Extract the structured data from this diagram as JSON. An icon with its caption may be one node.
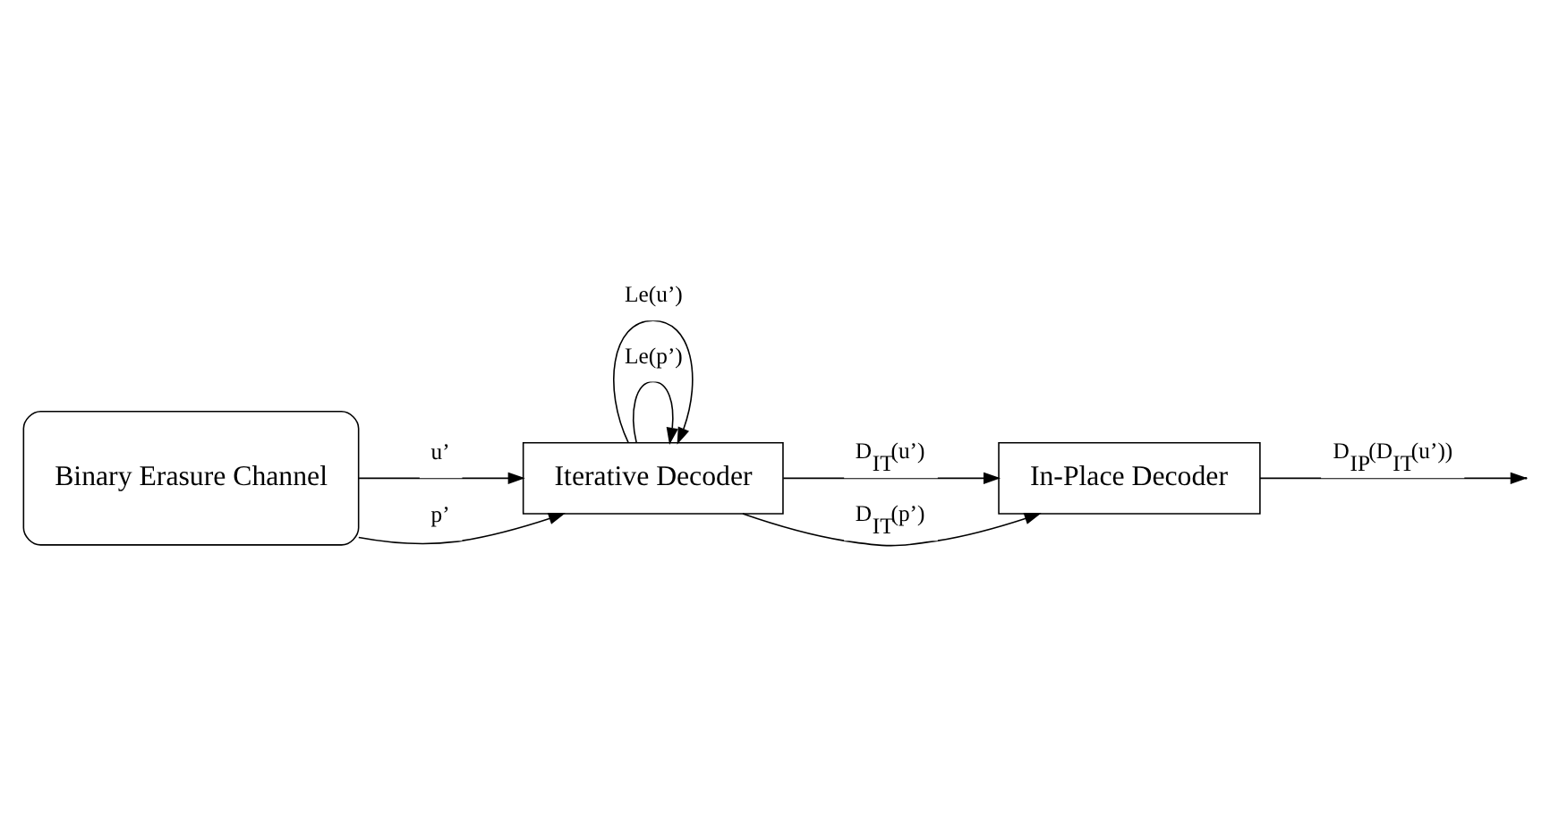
{
  "diagram": {
    "nodes": [
      {
        "text": [
          "Binary Erasure Channel"
        ]
      },
      {
        "text": [
          "Iterative Decoder"
        ]
      },
      {
        "text": [
          "In-Place Decoder"
        ]
      }
    ],
    "edges": [
      {
        "from": 0,
        "to": 1,
        "arrow": "to",
        "label": "u’"
      },
      {
        "from": 0,
        "to": 1,
        "arrow": "to",
        "label": "p’"
      },
      {
        "from": 1,
        "to": 1,
        "arrow": "to",
        "label": "Le(p’)"
      },
      {
        "from": 1,
        "to": 1,
        "arrow": "to",
        "label": "Le(u’)"
      },
      {
        "from": 1,
        "to": 2,
        "arrow": "to",
        "label": "D$_{IT}$(u’)"
      },
      {
        "from": 1,
        "to": 2,
        "arrow": "to",
        "label": "D$_{IT}$(p’)"
      },
      {
        "from": 2,
        "to": null,
        "arrow": "to",
        "label": "D$_{IP}$(D$_{IT}$(u’))"
      }
    ]
  }
}
